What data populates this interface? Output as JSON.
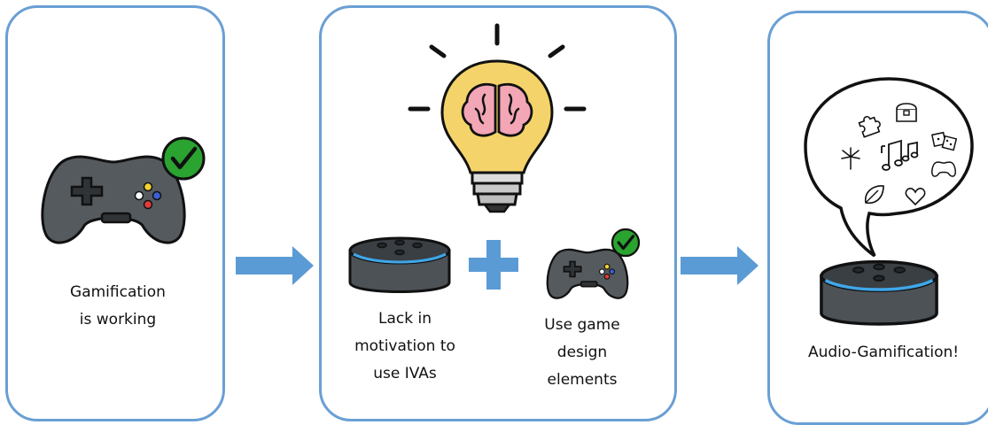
{
  "panels": {
    "left": {
      "caption": "Gamification\nis working"
    },
    "middle": {
      "caption_a": "Lack in\nmotivation to\nuse IVAs",
      "caption_b": "Use game\ndesign\nelements"
    },
    "right": {
      "caption": "Audio-Gamification!"
    }
  },
  "icons": {
    "left": [
      "game-controller-icon",
      "check-badge-icon"
    ],
    "middle": [
      "lightbulb-brain-icon",
      "smart-speaker-icon",
      "plus-icon",
      "game-controller-icon",
      "check-badge-icon"
    ],
    "right": [
      "speech-bubble-icon",
      "puzzle-piece-icon",
      "treasure-chest-icon",
      "dice-icon",
      "fireworks-icon",
      "music-notes-icon",
      "game-controller-icon",
      "leaf-icon",
      "heart-icon",
      "smart-speaker-icon"
    ]
  },
  "colors": {
    "border": "#6a9fd4",
    "arrow": "#5b9bd5",
    "controller": "#555a5f",
    "check": "#2aa330",
    "bulb": "#f4d46a",
    "brain": "#f3a6b6",
    "speaker": "#4d5257",
    "speaker_ring": "#3fa7e8"
  }
}
